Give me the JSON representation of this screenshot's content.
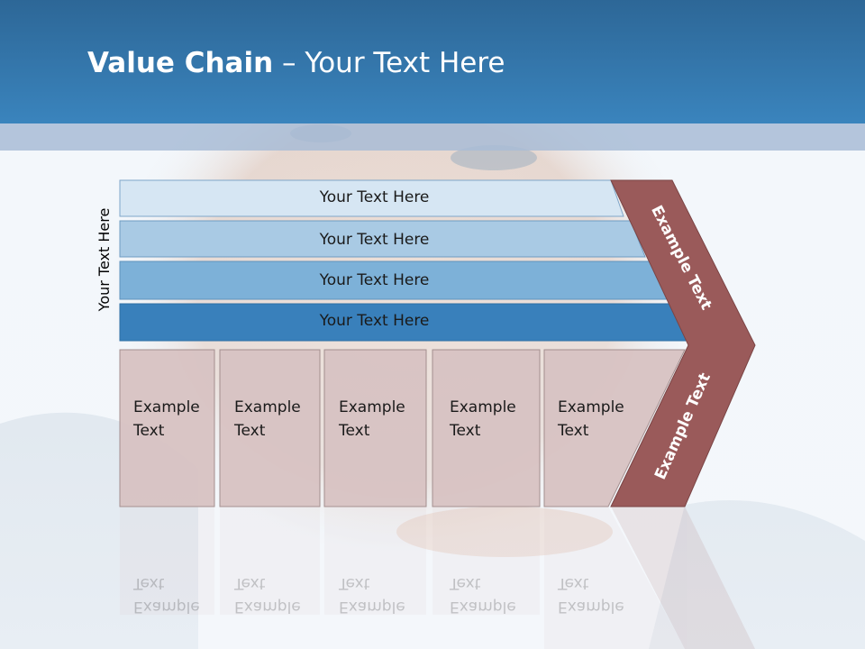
{
  "title": {
    "bold": "Value Chain",
    "rest": " – Your Text Here"
  },
  "side_label": "Your Text Here",
  "bands": [
    {
      "label": "Your Text Here",
      "color": "#d6e6f3"
    },
    {
      "label": "Your Text Here",
      "color": "#a9cae4"
    },
    {
      "label": "Your Text Here",
      "color": "#7db1d8"
    },
    {
      "label": "Your Text Here",
      "color": "#3980bb"
    }
  ],
  "boxes": [
    {
      "line1": "Example",
      "line2": "Text"
    },
    {
      "line1": "Example",
      "line2": "Text"
    },
    {
      "line1": "Example",
      "line2": "Text"
    },
    {
      "line1": "Example",
      "line2": "Text"
    },
    {
      "line1": "Example",
      "line2": "Text"
    }
  ],
  "chevron": {
    "upper": "Example Text",
    "lower": "Example Text",
    "color": "#9a5a5a"
  },
  "colors": {
    "header": "#3579b0",
    "box_fill": "#d8c3c3",
    "box_border": "#a08a8a"
  }
}
